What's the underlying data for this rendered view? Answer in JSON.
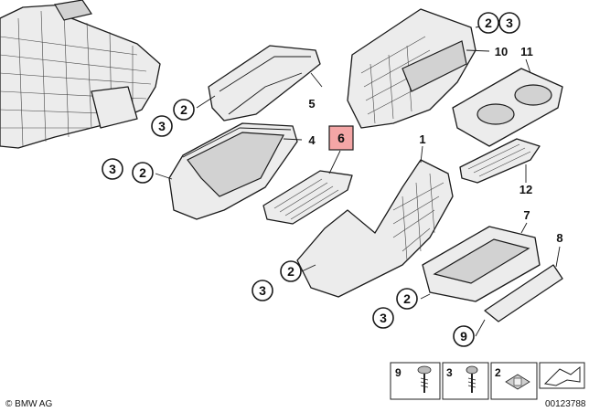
{
  "labels": {
    "callouts": [
      "1",
      "2",
      "3",
      "4",
      "5",
      "6",
      "7",
      "8",
      "9",
      "10",
      "11",
      "12"
    ]
  },
  "legend": {
    "items": [
      {
        "number": "9",
        "icon": "screw-icon"
      },
      {
        "number": "3",
        "icon": "screw-icon"
      },
      {
        "number": "2",
        "icon": "clip-nut-icon"
      }
    ],
    "trailing_icon": "arrow-marker-icon"
  },
  "footer": {
    "copyright": "© BMW AG",
    "diagram_number": "00123788"
  },
  "colors": {
    "highlight_bubble": "#f4a6a6",
    "line": "#1a1a1a",
    "part_fill": "#ececec"
  }
}
